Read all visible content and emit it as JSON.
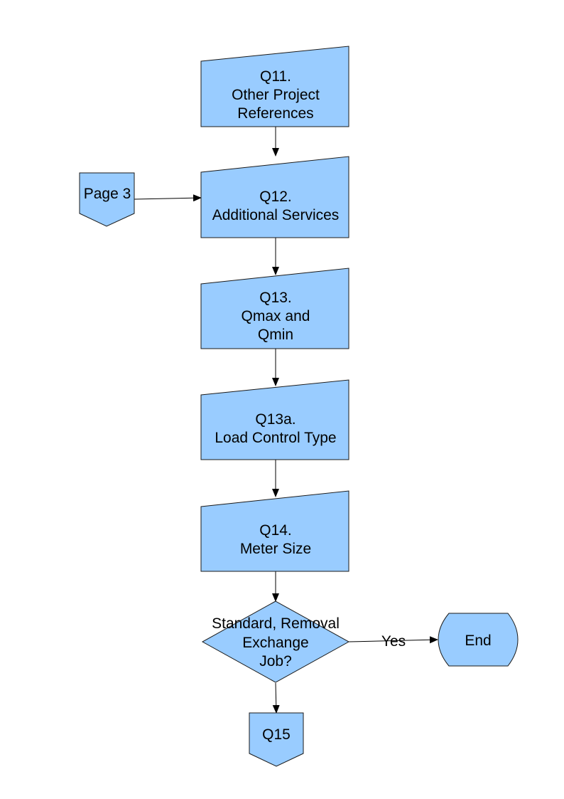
{
  "colors": {
    "fill": "#99ccff",
    "stroke": "#1a1a1a",
    "line": "#000000"
  },
  "nodes": {
    "q11": {
      "line1": "Q11.",
      "line2": "Other Project",
      "line3": "References"
    },
    "page3": {
      "label": "Page 3"
    },
    "q12": {
      "line1": "Q12.",
      "line2": "Additional Services"
    },
    "q13": {
      "line1": "Q13.",
      "line2": "Qmax and",
      "line3": "Qmin"
    },
    "q13a": {
      "line1": "Q13a.",
      "line2": "Load Control Type"
    },
    "q14": {
      "line1": "Q14.",
      "line2": "Meter Size"
    },
    "decision": {
      "line1": "Standard, Removal",
      "line2": "Exchange",
      "line3": "Job?"
    },
    "end": {
      "label": "End"
    },
    "q15": {
      "label": "Q15"
    }
  },
  "edges": {
    "yes_label": "Yes"
  }
}
